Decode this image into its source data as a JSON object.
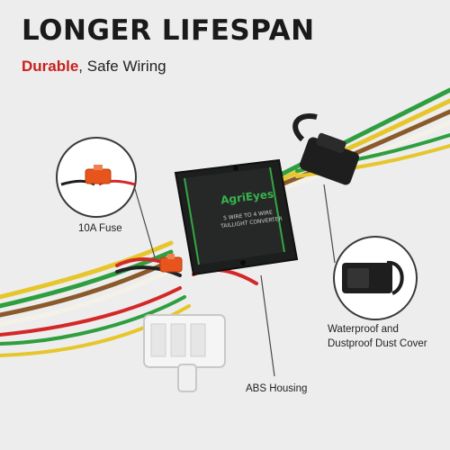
{
  "header": {
    "title": "LONGER LIFESPAN",
    "subtitle_accent": "Durable",
    "subtitle_rest": ", Safe Wiring"
  },
  "product": {
    "brand_logo": "AgriEyes",
    "module_line1": "5 WIRE TO 4 WIRE",
    "module_line2": "TAILLIGHT CONVERTER"
  },
  "callouts": {
    "fuse": "10A Fuse",
    "housing": "ABS Housing",
    "cover_line1": "Waterproof and",
    "cover_line2": "Dustproof Dust Cover"
  },
  "colors": {
    "accent": "#c9201c",
    "module_body": "#1d1f1e",
    "fuse": "#e8551c",
    "wire_green": "#2f9e3f",
    "wire_yellow": "#e6c62a",
    "wire_brown": "#8a5a2b",
    "wire_white": "#f4f1e8",
    "wire_red": "#d42727"
  }
}
